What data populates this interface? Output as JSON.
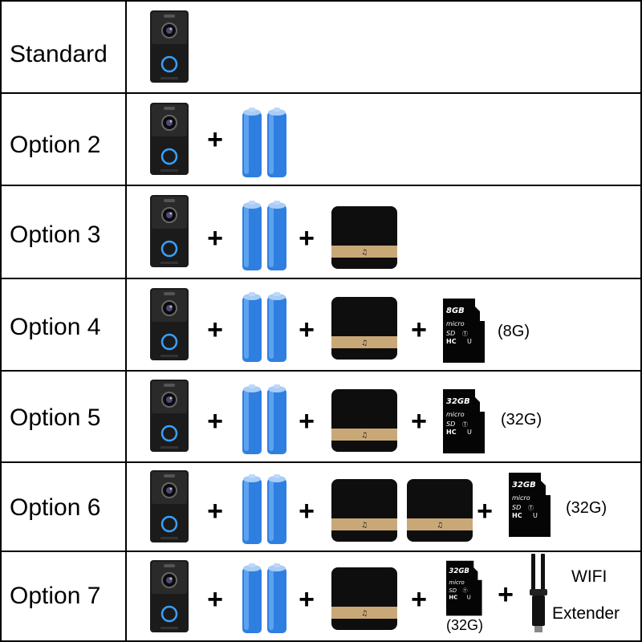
{
  "rows": [
    {
      "label": "Standard"
    },
    {
      "label": "Option 2"
    },
    {
      "label": "Option 3"
    },
    {
      "label": "Option 4",
      "sd_text": "8GB",
      "caption": "(8G)"
    },
    {
      "label": "Option 5",
      "sd_text": "32GB",
      "caption": "(32G)"
    },
    {
      "label": "Option 6",
      "sd_text": "32GB",
      "caption": "(32G)"
    },
    {
      "label": "Option 7",
      "sd_text": "32GB",
      "caption": "(32G)",
      "extender_line1": "WIFI",
      "extender_line2": "Extender"
    }
  ],
  "plus_sign": "+",
  "sd_brand": "micro",
  "sd_logo": "SD",
  "sd_class": "HC",
  "colors": {
    "border": "#000000",
    "battery": "#2f7fe0",
    "doorbell": "#1b1b1b",
    "chime": "#0e0e0e",
    "chime_band": "#c9a877",
    "ring": "#3aa0ff"
  }
}
